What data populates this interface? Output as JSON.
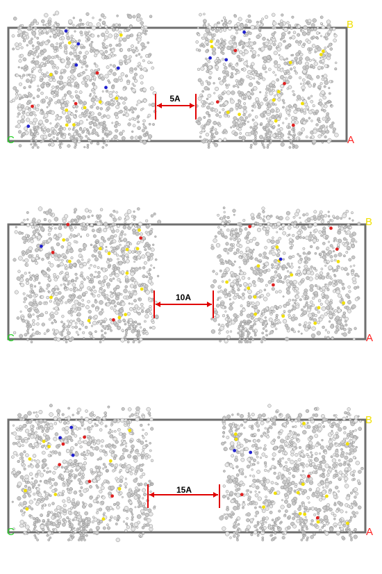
{
  "panels": [
    {
      "gap_label": "5A",
      "axis_a": "A",
      "axis_b": "B",
      "axis_c": "C"
    },
    {
      "gap_label": "10A",
      "axis_a": "A",
      "axis_b": "B",
      "axis_c": "C"
    },
    {
      "gap_label": "15A",
      "axis_a": "A",
      "axis_b": "B",
      "axis_c": "C"
    }
  ],
  "colors": {
    "box": "#6e6e6e",
    "atom": "#c8c8c8",
    "atom_dark": "#8a8a8a",
    "measure": "#e00000",
    "axis_a": "#ff2020",
    "axis_b": "#f0e000",
    "axis_c": "#20d020",
    "sulfur": "#f2e000",
    "nitrogen": "#2020d0",
    "oxygen": "#e02020"
  }
}
